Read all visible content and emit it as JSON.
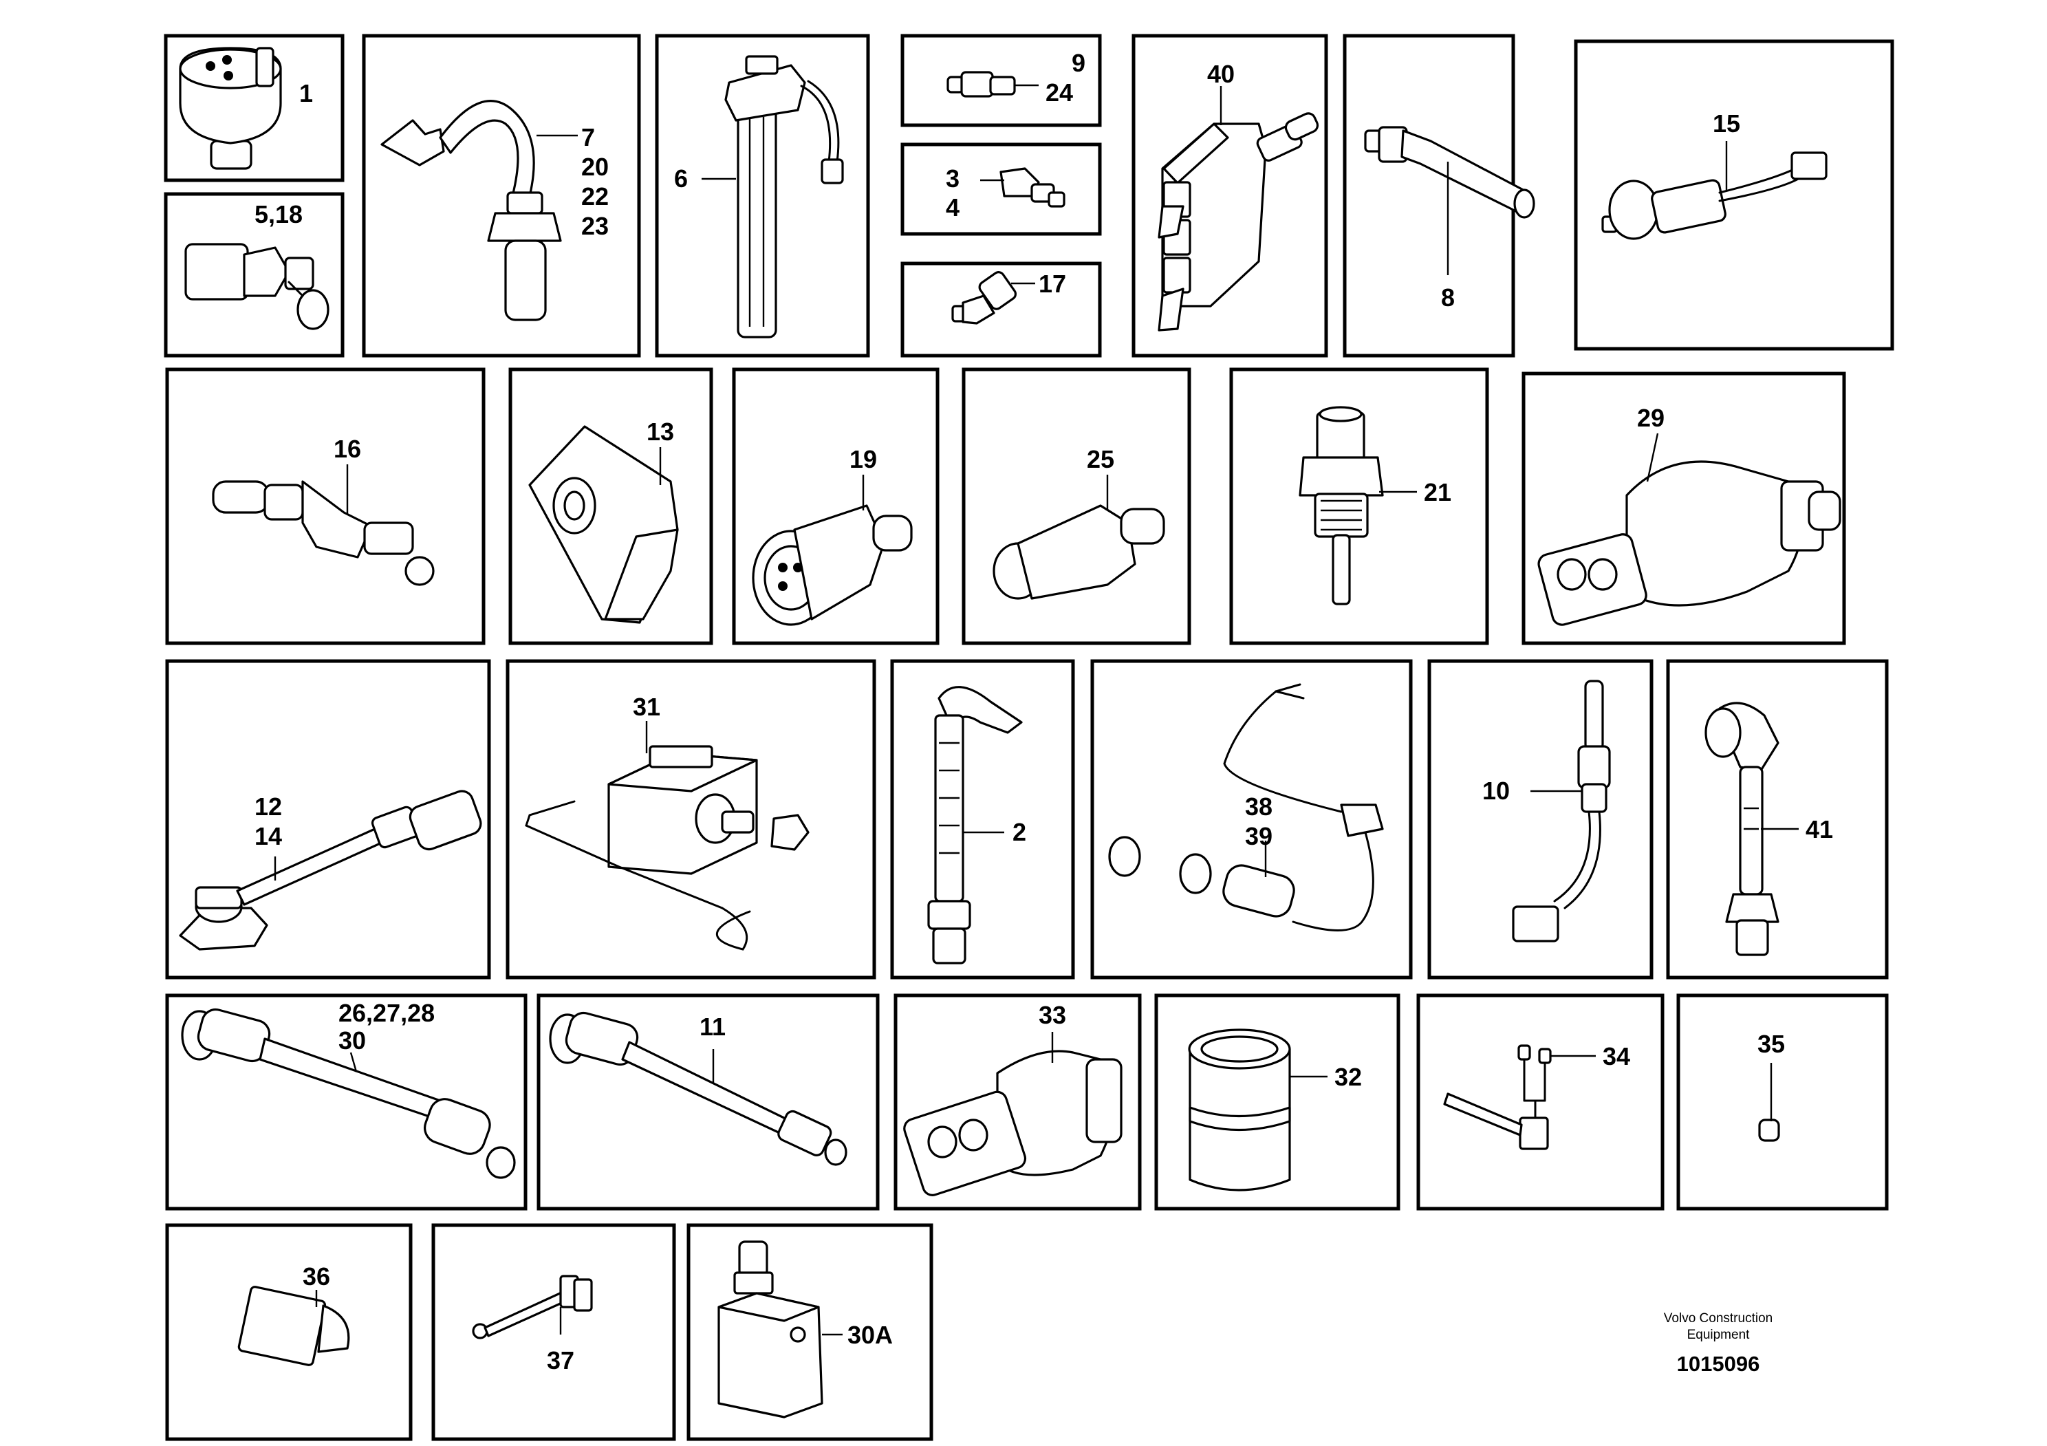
{
  "callouts": {
    "c1": "1",
    "c5_18": "5,18",
    "c7": "7",
    "c20": "20",
    "c22": "22",
    "c23": "23",
    "c6": "6",
    "c9": "9",
    "c24": "24",
    "c3": "3",
    "c4": "4",
    "c17": "17",
    "c40": "40",
    "c8": "8",
    "c15": "15",
    "c16": "16",
    "c13": "13",
    "c19": "19",
    "c25": "25",
    "c21": "21",
    "c29": "29",
    "c12": "12",
    "c14": "14",
    "c31": "31",
    "c2": "2",
    "c38": "38",
    "c39": "39",
    "c10": "10",
    "c41": "41",
    "c26_28": "26,27,28",
    "c30": "30",
    "c11": "11",
    "c33": "33",
    "c32": "32",
    "c34": "34",
    "c35": "35",
    "c36": "36",
    "c37": "37",
    "c30a": "30A"
  },
  "footer": {
    "maker_line1": "Volvo Construction",
    "maker_line2": "Equipment",
    "drawing_no": "1015096"
  }
}
